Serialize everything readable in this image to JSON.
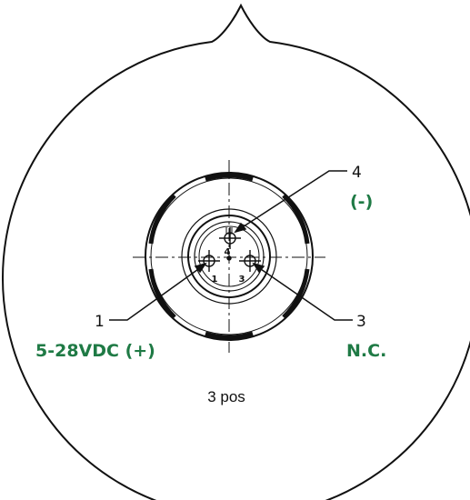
{
  "connector": {
    "position_count_label": "3 pos",
    "pins": [
      {
        "callout": "1",
        "face_number": "1",
        "signal": "5-28VDC (+)"
      },
      {
        "callout": "3",
        "face_number": "3",
        "signal": "N.C."
      },
      {
        "callout": "4",
        "face_number": "4",
        "signal": "(-)"
      }
    ]
  },
  "colors": {
    "signal_label": "#1f7a45",
    "line": "#111111"
  }
}
